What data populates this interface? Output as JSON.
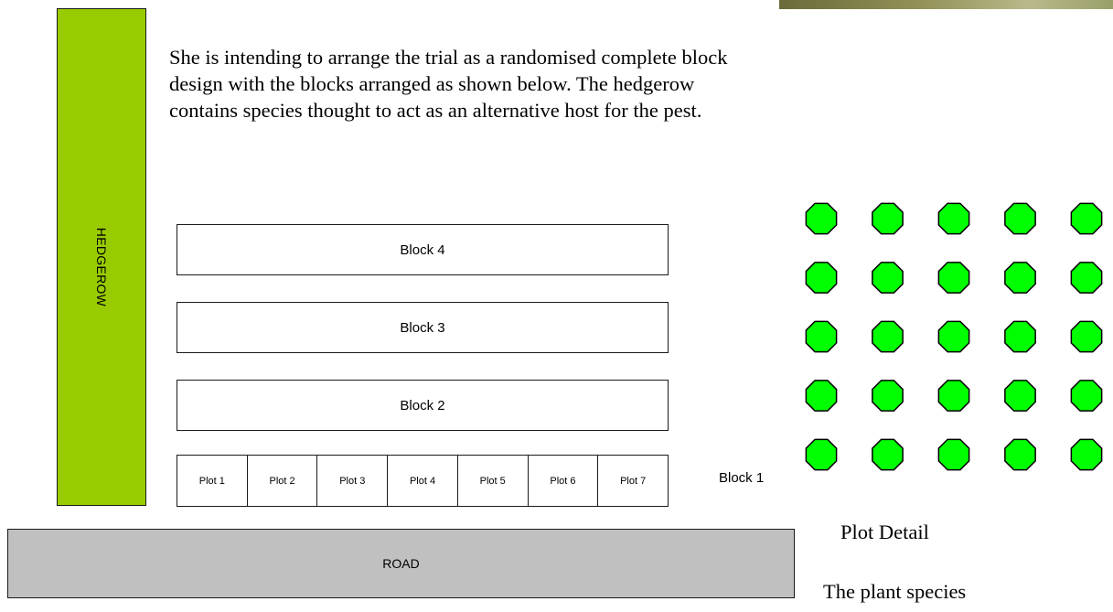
{
  "intro_text": "She is intending to arrange the trial as a randomised complete block design with the blocks arranged as shown below. The hedgerow contains species thought to act as an alternative host for the pest.",
  "hedgerow": {
    "label": "HEDGEROW",
    "color": "#99cc00"
  },
  "blocks": [
    {
      "label": "Block 4"
    },
    {
      "label": "Block 3"
    },
    {
      "label": "Block 2"
    }
  ],
  "block1": {
    "label": "Block 1",
    "plots": [
      "Plot 1",
      "Plot 2",
      "Plot 3",
      "Plot 4",
      "Plot 5",
      "Plot 6",
      "Plot 7"
    ]
  },
  "road": {
    "label": "ROAD",
    "color": "#c0c0c0"
  },
  "plot_detail": {
    "label": "Plot Detail",
    "rows": 5,
    "cols": 5,
    "plant_color": "#00ff00",
    "plant_icon": "octagon-plant-icon"
  },
  "bottom_text": "The plant species"
}
